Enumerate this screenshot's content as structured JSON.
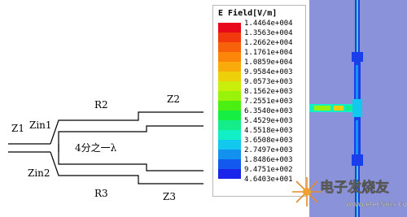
{
  "diagram": {
    "labels": {
      "z1": "Z1",
      "zin1": "Zin1",
      "zin2": "Zin2",
      "r2": "R2",
      "r3": "R3",
      "z2": "Z2",
      "z3": "Z3",
      "quarter_wave": "4分之一λ"
    }
  },
  "legend": {
    "title": "E Field[V/m]",
    "values": [
      "1.4464e+004",
      "1.3563e+004",
      "1.2662e+004",
      "1.1761e+004",
      "1.0859e+004",
      "9.9584e+003",
      "9.0573e+003",
      "8.1562e+003",
      "7.2551e+003",
      "6.3540e+003",
      "5.4529e+003",
      "4.5518e+003",
      "3.6508e+003",
      "2.7497e+003",
      "1.8486e+003",
      "9.4751e+002",
      "4.6403e+001"
    ],
    "colors": [
      "#e8091c",
      "#f2380d",
      "#f7610a",
      "#fb860a",
      "#f9ab0c",
      "#eed00a",
      "#c9ee0c",
      "#99f20a",
      "#4cef12",
      "#16ee43",
      "#13ed8a",
      "#12eec5",
      "#13c8ef",
      "#1291ef",
      "#1459ef",
      "#1a24ea"
    ]
  },
  "field": {
    "background": "#8a92da"
  },
  "watermark": {
    "text": "电子发烧友",
    "url": "www.elecfans.com"
  }
}
